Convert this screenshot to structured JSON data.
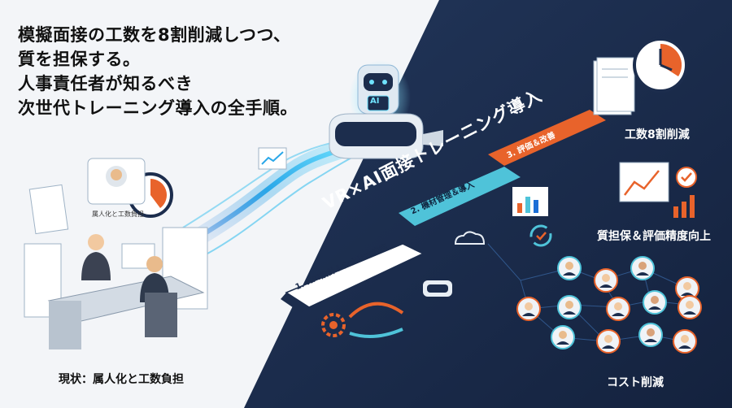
{
  "headline": {
    "line1": "模擬面接の工数を8割削減しつつ、",
    "line2": "質を担保する。",
    "line3": "人事責任者が知るべき",
    "line4": "次世代トレーニング導入の全手順。"
  },
  "current_state": {
    "label": "現状：属人化と工数負担",
    "bubble_text": "属人化と工数負担"
  },
  "ai_badge": "AI",
  "main_title": "VR×AI面接トレーニング導入",
  "steps": [
    {
      "label": "1. KPI設計＆シナリオ構築",
      "color": "#ffffff"
    },
    {
      "label": "2. 機材管理＆導入",
      "color": "#4fc3d9"
    },
    {
      "label": "3. 評価＆改善",
      "color": "#e8632b"
    }
  ],
  "results": {
    "workload": "工数8割削減",
    "quality": "質担保＆評価精度向上",
    "cost": "コスト削減"
  },
  "colors": {
    "navy": "#1c2d4d",
    "cyan": "#4fc3d9",
    "orange": "#e8632b"
  }
}
